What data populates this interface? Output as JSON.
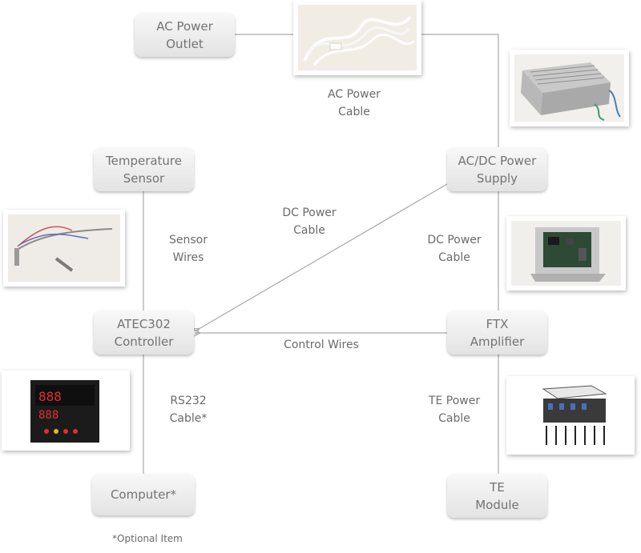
{
  "nodes": {
    "ac_outlet": "AC Power\nOutlet",
    "power_supply": "AC/DC Power\nSupply",
    "temp_sensor": "Temperature\nSensor",
    "controller": "ATEC302\nController",
    "amplifier": "FTX\nAmplifier",
    "computer": "Computer*",
    "te_module": "TE\nModule"
  },
  "connections": {
    "ac_power_cable": "AC Power\nCable",
    "dc_power_cable_diag": "DC Power\nCable",
    "dc_power_cable_right": "DC Power\nCable",
    "sensor_wires": "Sensor\nWires",
    "control_wires": "Control Wires",
    "rs232_cable": "RS232\nCable*",
    "te_power_cable": "TE Power\nCable"
  },
  "footnote": "*Optional Item",
  "photos": [
    "ac-power-cable-photo",
    "power-supply-photo",
    "temperature-sensor-photo",
    "amplifier-photo",
    "controller-photo",
    "te-module-photo"
  ],
  "colors": {
    "line": "#a9a9a9",
    "node_fill": "#eeeeee",
    "text": "#737373",
    "led_red": "#e52d2d"
  }
}
